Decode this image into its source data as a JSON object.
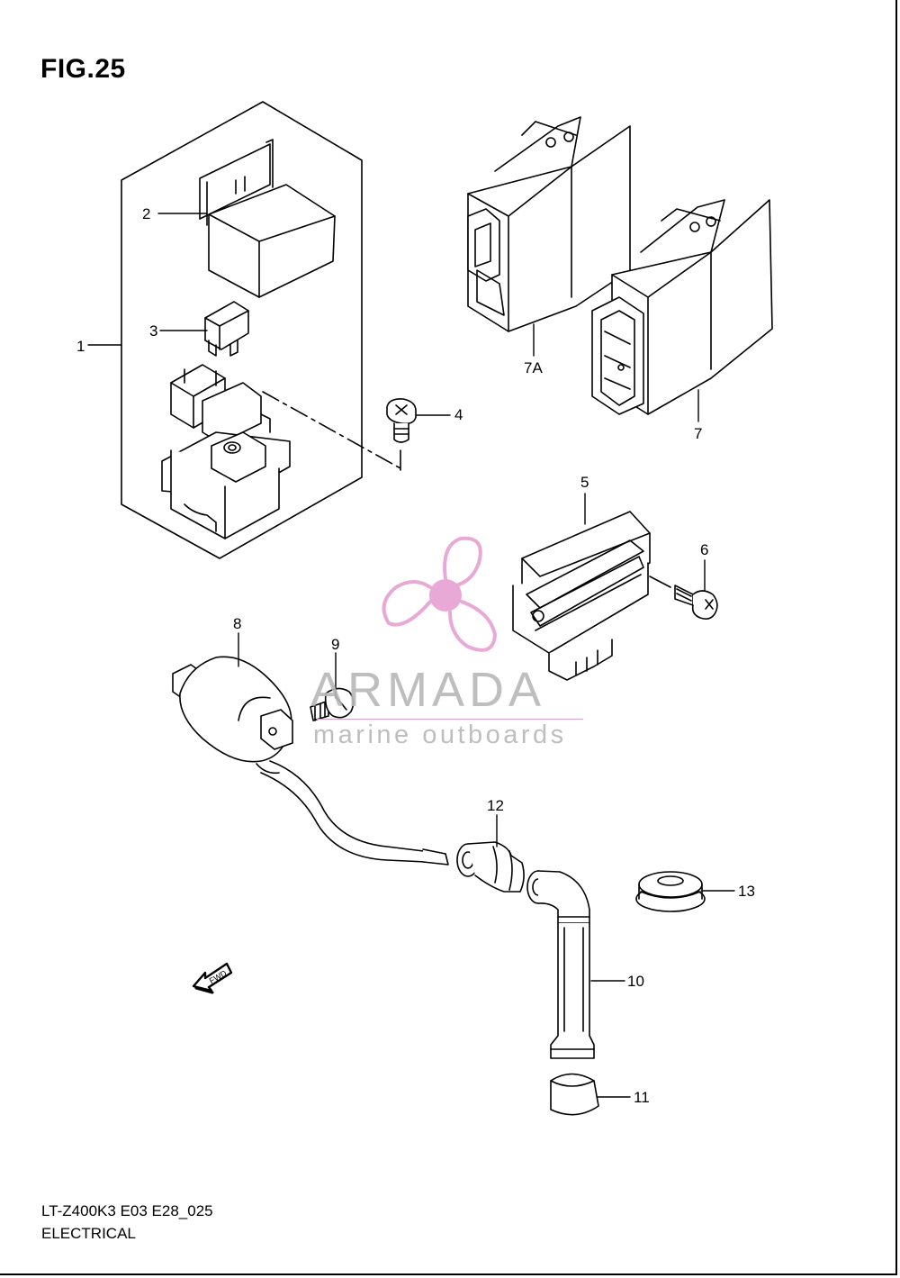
{
  "figure": {
    "title": "FIG.25"
  },
  "footer": {
    "code": "LT-Z400K3 E03 E28_025",
    "section": "ELECTRICAL"
  },
  "watermark": {
    "brand": "ARMADA",
    "tagline": "marine outboards",
    "logo_color": "#e8a9d6",
    "text_color": "#b8b8b8"
  },
  "fwd_label": "FWD",
  "callouts": {
    "c1": "1",
    "c2": "2",
    "c3": "3",
    "c4": "4",
    "c5": "5",
    "c6": "6",
    "c7": "7",
    "c7a": "7A",
    "c8": "8",
    "c9": "9",
    "c10": "10",
    "c11": "11",
    "c12": "12",
    "c13": "13"
  }
}
